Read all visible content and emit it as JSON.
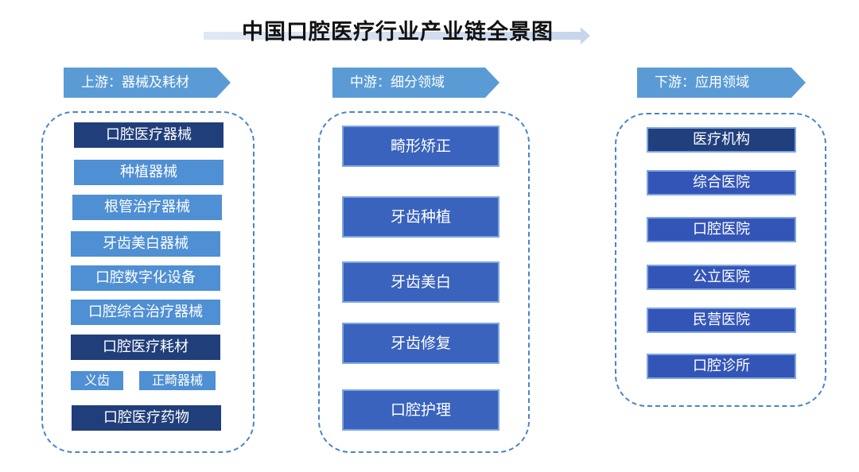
{
  "title": "中国口腔医疗行业产业链全景图",
  "upstream": {
    "header": "上游：器械及耗材",
    "items": [
      "口腔医疗器械",
      "种植器械",
      "根管治疗器械",
      "牙齿美白器械",
      "口腔数字化设备",
      "口腔综合治疗器械",
      "口腔医疗耗材",
      "义齿",
      "正畸器械",
      "口腔医疗药物"
    ]
  },
  "midstream": {
    "header": "中游：细分领域",
    "items": [
      "畸形矫正",
      "牙齿种植",
      "牙齿美白",
      "牙齿修复",
      "口腔护理"
    ]
  },
  "downstream": {
    "header": "下游：应用领域",
    "items": [
      "医疗机构",
      "综合医院",
      "口腔医院",
      "公立医院",
      "民营医院",
      "口腔诊所"
    ]
  },
  "colors": {
    "dark": "#203e7a",
    "light": "#4f8fd3",
    "header": "#5b9bd5",
    "dashed_border": "#4a84c8"
  }
}
